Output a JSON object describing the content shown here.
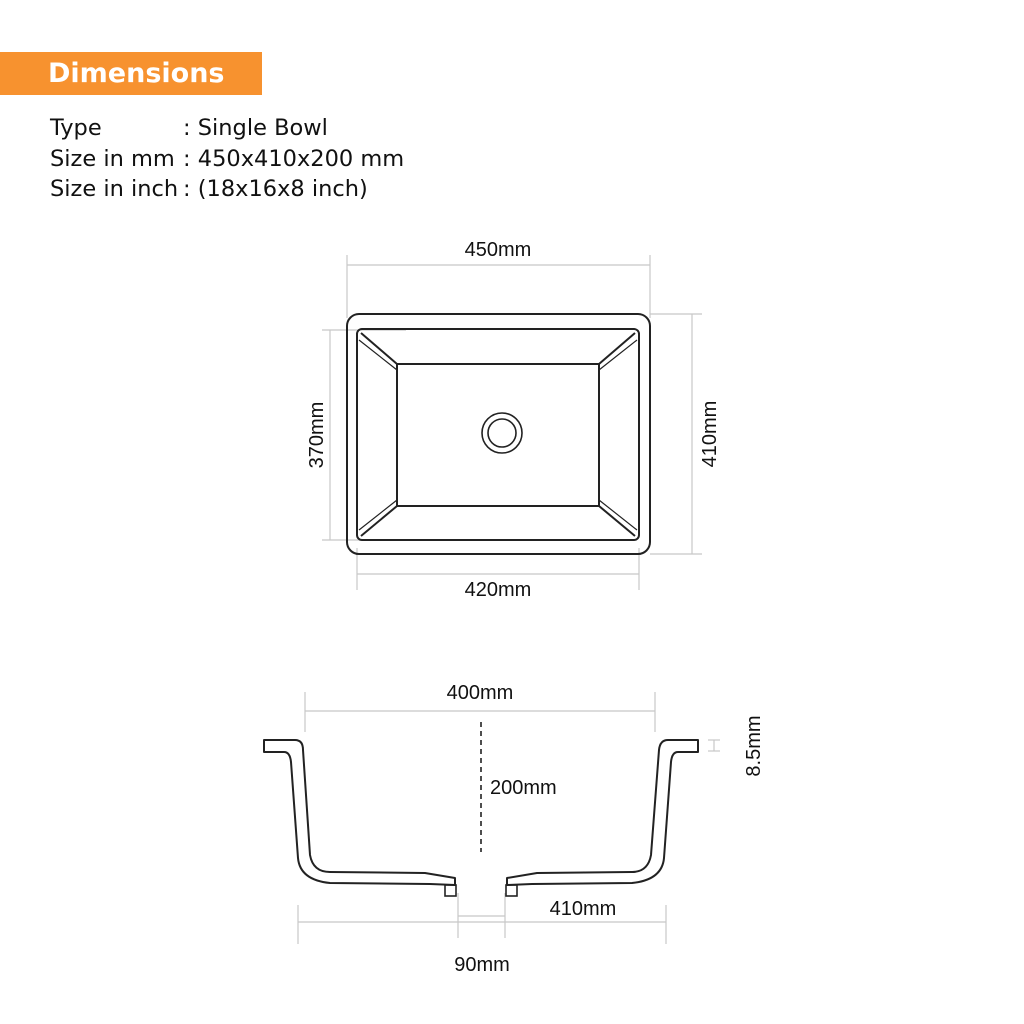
{
  "header": {
    "title": "Dimensions",
    "accent_color": "#F7922F"
  },
  "specs": [
    {
      "label": "Type",
      "separator": ":",
      "value": "Single Bowl"
    },
    {
      "label": "Size in mm",
      "separator": ":",
      "value": "450x410x200 mm"
    },
    {
      "label": "Size in inch",
      "separator": ":",
      "value": "(18x16x8 inch)"
    }
  ],
  "top_view": {
    "outer_width_label": "450mm",
    "outer_height_label": "410mm",
    "inner_height_label": "370mm",
    "inner_width_label": "420mm",
    "drain_icon": "drain-circle-icon"
  },
  "side_view": {
    "top_width_label": "400mm",
    "depth_label": "200mm",
    "rim_thickness_label": "8.5mm",
    "bottom_width_label": "410mm",
    "drain_width_label": "90mm"
  },
  "colors": {
    "outline": "#222222",
    "dimension_line": "#c8c8c8",
    "text": "#111111"
  }
}
